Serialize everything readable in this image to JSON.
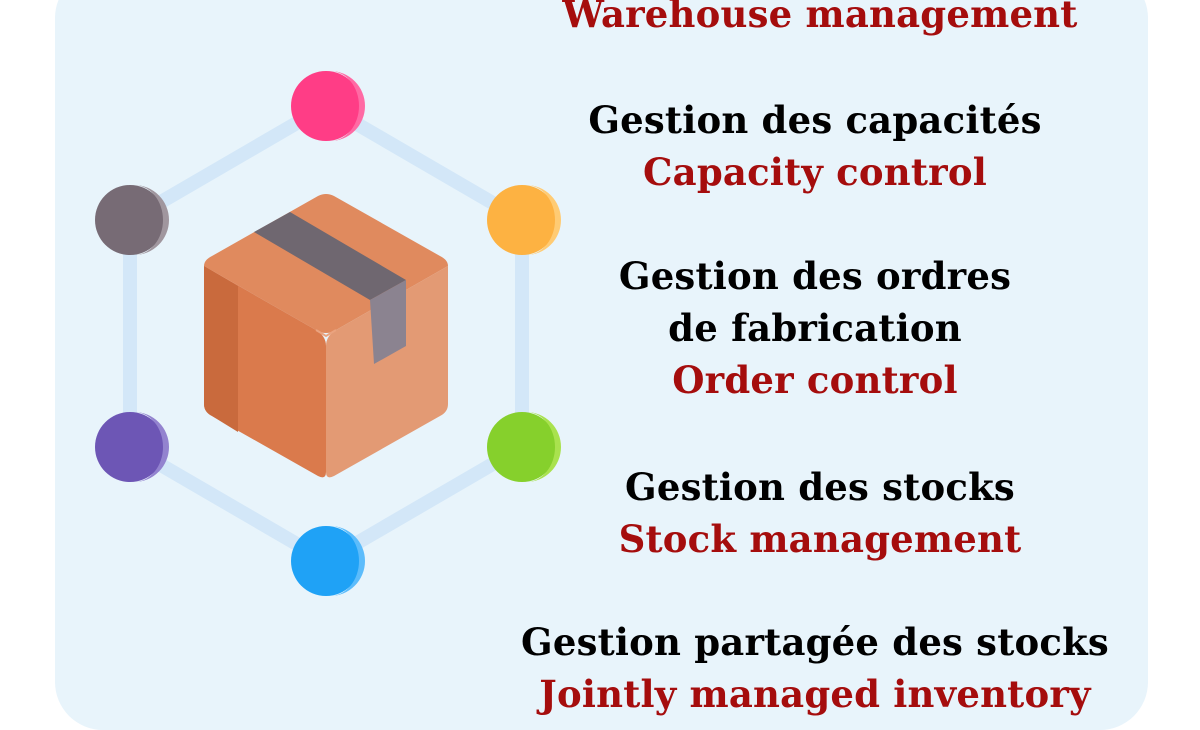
{
  "items": [
    {
      "fr": "",
      "en": "Warehouse management"
    },
    {
      "fr": "Gestion des capacités",
      "en": "Capacity control"
    },
    {
      "fr_line1": "Gestion des ordres",
      "fr_line2": "de fabrication",
      "en": "Order control"
    },
    {
      "fr": "Gestion des stocks",
      "en": "Stock management"
    },
    {
      "fr": "Gestion partagée des stocks",
      "en": "Jointly managed inventory"
    }
  ],
  "icon": {
    "name": "package-network-icon",
    "node_colors": [
      "#ff4f8e",
      "#fdb94d",
      "#8fd63a",
      "#33aaf7",
      "#7a63c0",
      "#7f747d"
    ],
    "box_color": "#e1845a",
    "tape_color": "#726c77",
    "link_color": "#d5e8f8"
  }
}
